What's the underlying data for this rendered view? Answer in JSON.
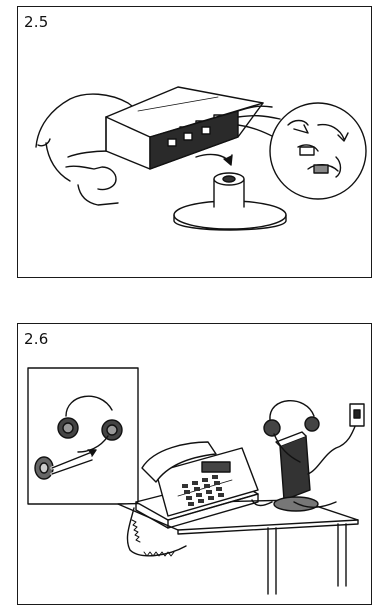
{
  "panels": [
    {
      "label": "2.5"
    },
    {
      "label": "2.6"
    }
  ],
  "figures": {
    "fig_2_5": "base-station-stand-attachment",
    "fig_2_6": "headset-ear-cushion-and-desk-setup"
  }
}
